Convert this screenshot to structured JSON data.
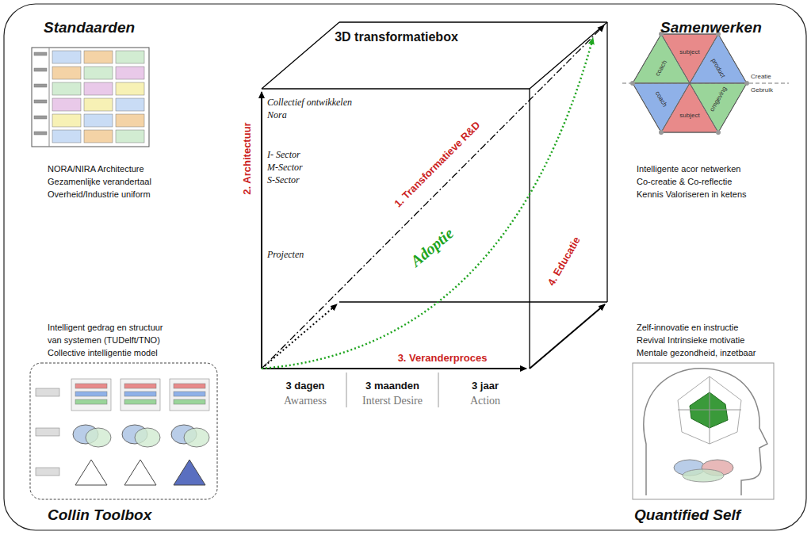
{
  "diagram": {
    "title": "3D transformatiebox",
    "labels": [
      "Standaarden",
      "NORA/NIRA  Architecture",
      "Gezamenlijke verandertaal",
      "Overheid/Industrie uniform",
      "Samenwerken",
      "Creatie",
      "Gebruik",
      "subject",
      "product",
      "omgeving",
      "subject",
      "coach",
      "coach",
      "Intelligente acor netwerken",
      "Co-creatie & Co-reflectie",
      "Kennis Valoriseren in ketens",
      "Collectief ontwikkelen",
      "Nora",
      "I- Sector",
      "M-Sector",
      "S-Sector",
      "Projecten",
      "1. Transformatieve R&D",
      "2. Architectuur",
      "Adoptie",
      "3. Veranderproces",
      "4. Educatie",
      "3 dagen",
      "Awarness",
      "3 maanden",
      "Interst Desire",
      "3 jaar",
      "Action",
      "Intelligent gedrag en structuur",
      "van systemen (TUDelft/TNO)",
      "Collective intelligentie model",
      "Collin Toolbox",
      "Zelf-innovatie en instructie",
      "Revival Intrinsieke motivatie",
      "Mentale gezondheid, inzetbaar",
      "Quantified Self"
    ]
  }
}
